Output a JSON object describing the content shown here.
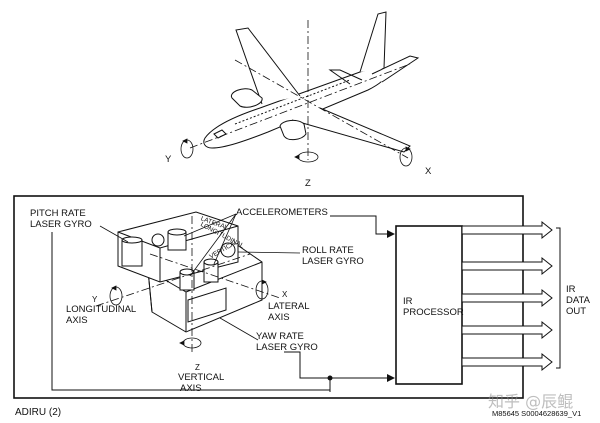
{
  "aircraft": {
    "axis_y": "Y",
    "axis_x": "X",
    "axis_z": "Z"
  },
  "unit": {
    "pitch_rate_line1": "PITCH RATE",
    "pitch_rate_line2": "LASER GYRO",
    "accelerometers": "ACCELEROMETERS",
    "roll_rate_line1": "ROLL RATE",
    "roll_rate_line2": "LASER GYRO",
    "lateral_tag": "LATERAL",
    "longitudinal_tag": "LONGITUDINAL",
    "vertical_tag": "VERTICAL",
    "axis_y": "Y",
    "axis_x": "X",
    "axis_z": "Z",
    "longitudinal_line1": "LONGITUDINAL",
    "longitudinal_line2": "AXIS",
    "lateral_line1": "LATERAL",
    "lateral_line2": "AXIS",
    "yaw_rate_line1": "YAW RATE",
    "yaw_rate_line2": "LASER GYRO",
    "vertical_line1": "VERTICAL",
    "vertical_line2": "AXIS"
  },
  "processor": {
    "line1": "IR",
    "line2": "PROCESSOR"
  },
  "output": {
    "line1": "IR",
    "line2": "DATA",
    "line3": "OUT"
  },
  "footer": {
    "title": "ADIRU (2)",
    "figure_id": "M85645 S0004628639_V1"
  },
  "watermark": "知乎 @辰鲲"
}
